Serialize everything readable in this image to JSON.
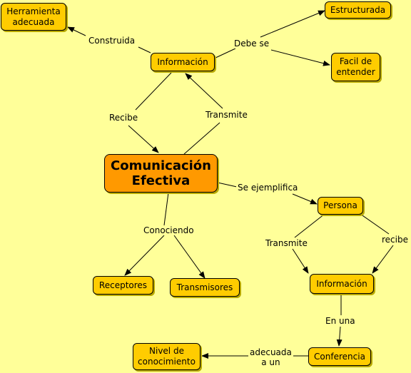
{
  "concepts": {
    "herramienta": "Herramienta\nadecuada",
    "estructurada": "Estructurada",
    "informacion_top": "Información",
    "facil": "Facil de\nentender",
    "comunicacion": "Comunicación\nEfectiva",
    "persona": "Persona",
    "receptores": "Receptores",
    "transmisores": "Transmisores",
    "informacion_bottom": "Información",
    "nivel": "Nivel de\nconocimiento",
    "conferencia": "Conferencia"
  },
  "links": {
    "construida": "Construida",
    "debe_se": "Debe se",
    "recibe": "Recibe",
    "transmite_top": "Transmite",
    "se_ejemplifica": "Se ejemplifica",
    "conociendo": "Conociendo",
    "transmite_right": "Transmite",
    "recibe_right": "recibe",
    "en_una": "En una",
    "adecuada_a_un": "adecuada\na un"
  },
  "colors": {
    "background": "#ffff99",
    "concept_fill": "#ffcc00",
    "main_concept_fill": "#ff9900",
    "line": "#000000"
  }
}
